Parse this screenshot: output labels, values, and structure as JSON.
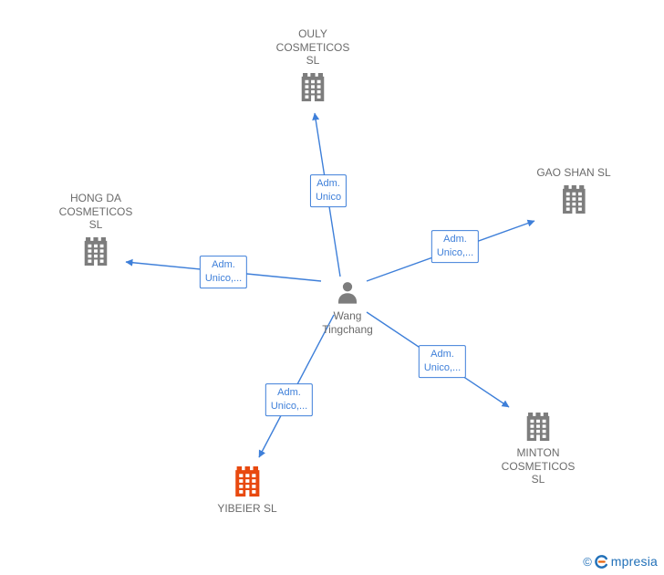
{
  "diagram": {
    "center": {
      "name": "Wang Tingchang"
    },
    "nodes": [
      {
        "id": "ouly",
        "label": "OULY COSMETICOS SL"
      },
      {
        "id": "gaoshan",
        "label": "GAO SHAN SL"
      },
      {
        "id": "hongda",
        "label": "HONG DA COSMETICOS SL"
      },
      {
        "id": "minton",
        "label": "MINTON COSMETICOS SL"
      },
      {
        "id": "yibeier",
        "label": "YIBEIER SL"
      }
    ],
    "edges": [
      {
        "from": "Wang Tingchang",
        "to": "OULY COSMETICOS SL",
        "label": "Adm. Unico"
      },
      {
        "from": "Wang Tingchang",
        "to": "GAO SHAN SL",
        "label": "Adm. Unico,..."
      },
      {
        "from": "Wang Tingchang",
        "to": "HONG DA COSMETICOS SL",
        "label": "Adm. Unico,..."
      },
      {
        "from": "Wang Tingchang",
        "to": "MINTON COSMETICOS SL",
        "label": "Adm. Unico,..."
      },
      {
        "from": "Wang Tingchang",
        "to": "YIBEIER SL",
        "label": "Adm. Unico,..."
      }
    ]
  },
  "footer": {
    "copyright": "©",
    "brand_initial": "E",
    "brand_rest": "mpresia"
  },
  "colors": {
    "edge_blue": "#3e7fd9",
    "node_gray": "#7d7d7d",
    "node_text": "#6b6b6b",
    "highlight_orange": "#e8490f",
    "brand_blue": "#2170b8",
    "brand_orange": "#e8650f"
  }
}
